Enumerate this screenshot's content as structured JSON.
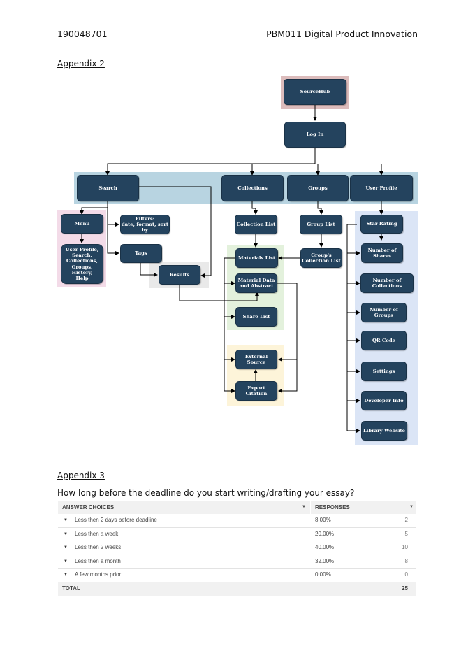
{
  "header": {
    "left": "190048701",
    "right": "PBM011 Digital Product Innovation"
  },
  "appendix2": {
    "heading": "Appendix 2",
    "nodes": {
      "sourcehub": "SourceHub",
      "login": "Log In",
      "search": "Search",
      "collections": "Collections",
      "groups": "Groups",
      "user_profile": "User Profile",
      "menu": "Menu",
      "menu_items": "User Profile,\nSearch,\nCollections,\nGroups,\nHistory,\nHelp",
      "filters": "Filters:\ndate, format, sort by",
      "tags": "Tags",
      "results": "Results",
      "collection_list": "Collection List",
      "materials_list": "Materials List",
      "material_data": "Material Data\nand Abstract",
      "share_list": "Share List",
      "external_source": "External Source",
      "export_citation": "Export Citation",
      "group_list": "Group List",
      "groups_collection_list": "Group's\nCollection List",
      "star_rating": "Star Rating",
      "number_of_shares": "Number of Shares",
      "number_of_collections": "Number of Collections",
      "number_of_groups": "Number of Groups",
      "qr_code": "QR Code",
      "settings": "Settings",
      "developer_info": "Developer Info",
      "library_website": "Library Website"
    },
    "colors": {
      "node": "#24435e",
      "top_band": "#b8d4e1",
      "sourcehub_region": "#dcbcbc",
      "menu_region": "#f3dbe8",
      "results_region": "#e9e9e9",
      "collections_region": "#e3f1dc",
      "export_region": "#fdf4d9",
      "profile_region": "#dbe5f6"
    }
  },
  "appendix3": {
    "heading": "Appendix 3",
    "question": "How long before the deadline do you start writing/drafting your essay?",
    "table": {
      "col_answer": "ANSWER CHOICES",
      "col_responses": "RESPONSES",
      "rows": [
        {
          "answer": "Less then 2 days before deadline",
          "percent": "8.00%",
          "count": "2"
        },
        {
          "answer": "Less then a week",
          "percent": "20.00%",
          "count": "5"
        },
        {
          "answer": "Less then 2 weeks",
          "percent": "40.00%",
          "count": "10"
        },
        {
          "answer": "Less then a month",
          "percent": "32.00%",
          "count": "8"
        },
        {
          "answer": "A few months prior",
          "percent": "0.00%",
          "count": "0"
        }
      ],
      "total_label": "TOTAL",
      "total_count": "25"
    }
  }
}
